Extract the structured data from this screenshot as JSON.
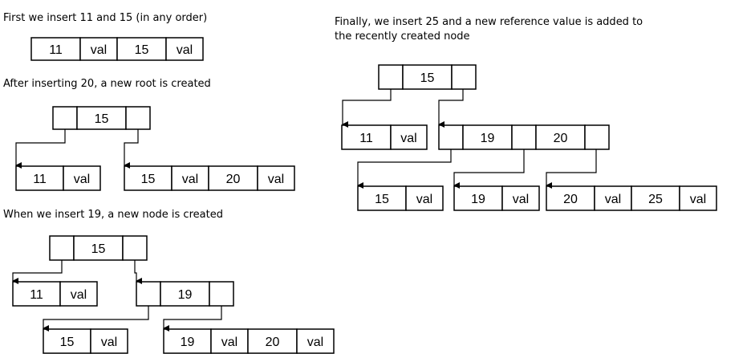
{
  "captions": {
    "step1": "First we insert 11 and 15 (in any order)",
    "step2": "After inserting 20, a new root is created",
    "step3": "When we insert 19, a new node is created",
    "step4_line1": "Finally, we insert 25 and a new reference value is added to",
    "step4_line2": "the recently created node"
  },
  "step1": {
    "leaf": [
      "11",
      "val",
      "15",
      "val"
    ]
  },
  "step2": {
    "root": [
      "",
      "15",
      ""
    ],
    "left_leaf": [
      "11",
      "val"
    ],
    "right_leaf": [
      "15",
      "val",
      "20",
      "val"
    ]
  },
  "step3": {
    "root": [
      "",
      "15",
      ""
    ],
    "left_leaf": [
      "11",
      "val"
    ],
    "internal": [
      "",
      "19",
      ""
    ],
    "mid_leaf": [
      "15",
      "val"
    ],
    "right_leaf": [
      "19",
      "val",
      "20",
      "val"
    ]
  },
  "step4": {
    "root": [
      "",
      "15",
      ""
    ],
    "left_leaf": [
      "11",
      "val"
    ],
    "internal": [
      "",
      "19",
      "",
      "20",
      ""
    ],
    "leaf_a": [
      "15",
      "val"
    ],
    "leaf_b": [
      "19",
      "val"
    ],
    "leaf_c": [
      "20",
      "val",
      "25",
      "val"
    ]
  },
  "colors": {
    "stroke": "#000000",
    "fill": "#ffffff",
    "text": "#000000"
  }
}
